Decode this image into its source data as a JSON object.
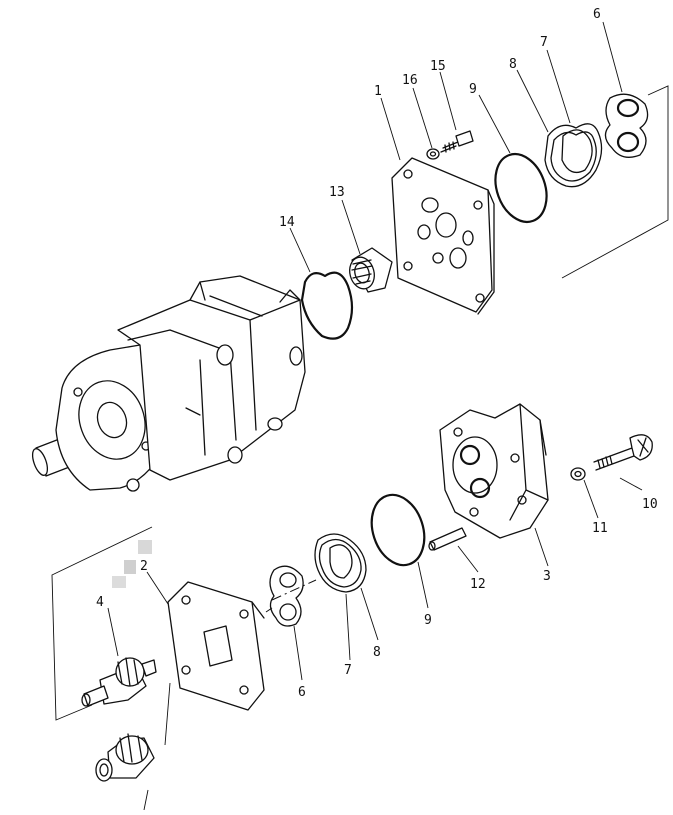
{
  "callouts": [
    {
      "id": "c6a",
      "text": "6"
    },
    {
      "id": "c7a",
      "text": "7"
    },
    {
      "id": "c15",
      "text": "15"
    },
    {
      "id": "c16",
      "text": "16"
    },
    {
      "id": "c8a",
      "text": "8"
    },
    {
      "id": "c9a",
      "text": "9"
    },
    {
      "id": "c1",
      "text": "1"
    },
    {
      "id": "c13",
      "text": "13"
    },
    {
      "id": "c14",
      "text": "14"
    },
    {
      "id": "c10",
      "text": "10"
    },
    {
      "id": "c11",
      "text": "11"
    },
    {
      "id": "c12",
      "text": "12"
    },
    {
      "id": "c3",
      "text": "3"
    },
    {
      "id": "c9b",
      "text": "9"
    },
    {
      "id": "c8b",
      "text": "8"
    },
    {
      "id": "c7b",
      "text": "7"
    },
    {
      "id": "c6b",
      "text": "6"
    },
    {
      "id": "c2",
      "text": "2"
    },
    {
      "id": "c4",
      "text": "4"
    }
  ]
}
